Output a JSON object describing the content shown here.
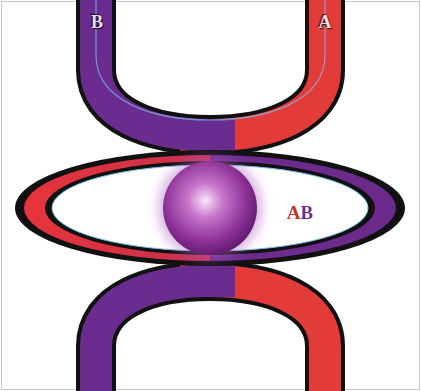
{
  "diagram": {
    "labels": [
      "B",
      "A",
      "AB"
    ]
  }
}
